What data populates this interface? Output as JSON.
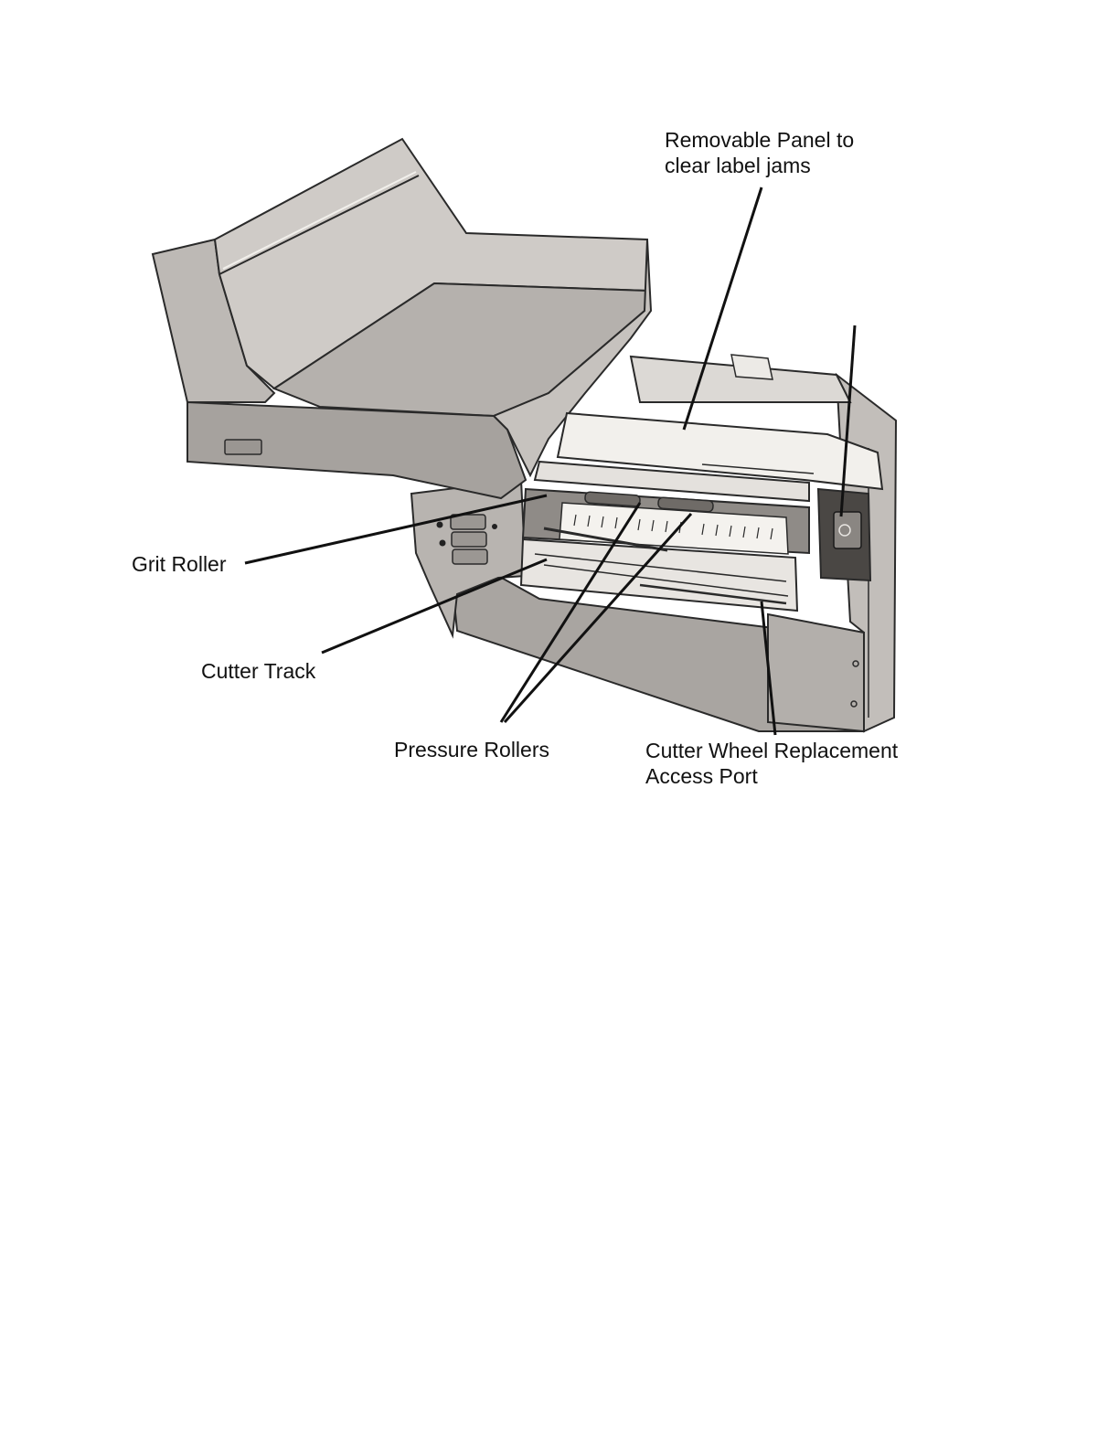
{
  "labels": {
    "removable_panel": [
      "Removable Panel to",
      "clear label jams"
    ],
    "grit_roller": "Grit Roller",
    "cutter_track": "Cutter Track",
    "pressure_rollers": "Pressure Rollers",
    "cutter_wheel": [
      "Cutter Wheel Replacement",
      "Access Port"
    ]
  },
  "colors": {
    "body_gray": "#b0aca8",
    "body_light": "#cfcbc7",
    "body_dark": "#8a8682",
    "panel_white": "#f2f0ec",
    "outline": "#2a2a2a",
    "leader_line": "#111111"
  }
}
